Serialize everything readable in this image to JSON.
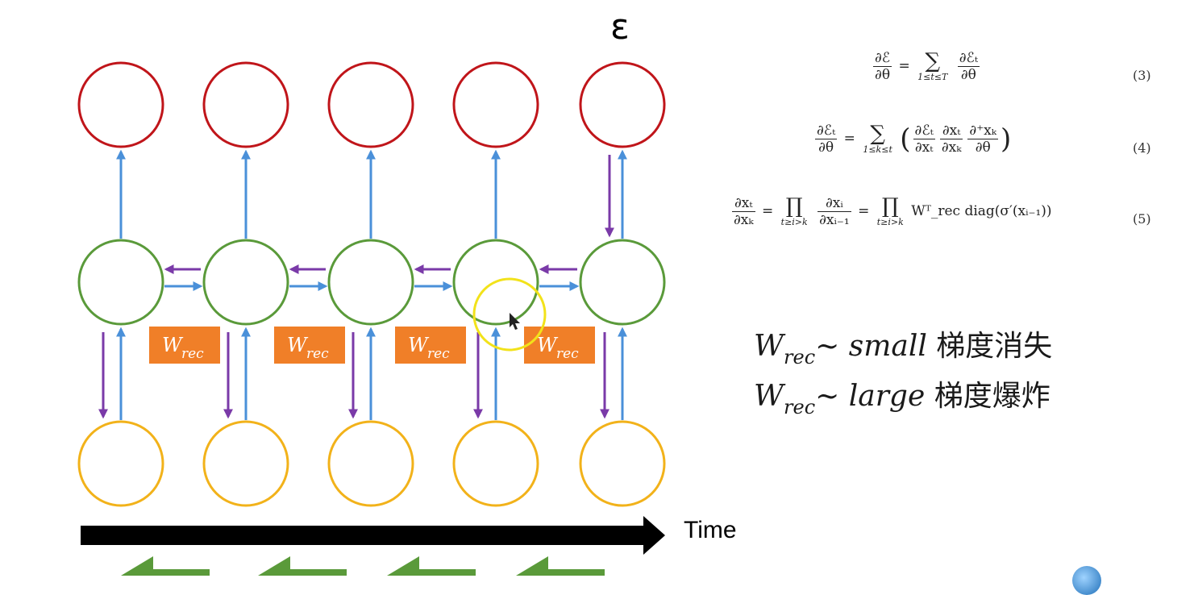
{
  "labels": {
    "epsilon": "ε",
    "time": "Time",
    "w_base": "W",
    "w_sub": "rec"
  },
  "equations": {
    "eq3_num": "(3)",
    "eq4_num": "(4)",
    "eq5_num": "(5)",
    "eq3_lhs_n": "∂ℰ",
    "eq3_lhs_d": "∂θ",
    "eq3_sum_lim": "1≤t≤T",
    "eq3_rhs_n": "∂ℰₜ",
    "eq3_rhs_d": "∂θ",
    "eq4_lhs_n": "∂ℰₜ",
    "eq4_lhs_d": "∂θ",
    "eq4_sum_lim": "1≤k≤t",
    "eq4_a_n": "∂ℰₜ",
    "eq4_a_d": "∂xₜ",
    "eq4_b_n": "∂xₜ",
    "eq4_b_d": "∂xₖ",
    "eq4_c_n": "∂⁺xₖ",
    "eq4_c_d": "∂θ",
    "eq5_lhs_n": "∂xₜ",
    "eq5_lhs_d": "∂xₖ",
    "eq5_prod_lim": "t≥i>k",
    "eq5_mid_n": "∂xᵢ",
    "eq5_mid_d": "∂xᵢ₋₁",
    "eq5_rhs": "Wᵀ_rec diag(σ′(xᵢ₋₁))"
  },
  "notes": [
    {
      "base": "W",
      "sub": "rec",
      "rel": "~ small ",
      "cn": "梯度消失"
    },
    {
      "base": "W",
      "sub": "rec",
      "rel": "~ large ",
      "cn": "梯度爆炸"
    }
  ],
  "logo_text": "",
  "colors": {
    "output": "#c0151a",
    "hidden": "#5a9a3a",
    "input": "#f2b21a",
    "forward_arrow": "#4a90d9",
    "backward_arrow": "#7a3aa8",
    "w_box": "#f07f28",
    "highlight": "#f2e21a",
    "time_arrow": "#000000",
    "bottom_arrow": "#5a9a3a"
  }
}
